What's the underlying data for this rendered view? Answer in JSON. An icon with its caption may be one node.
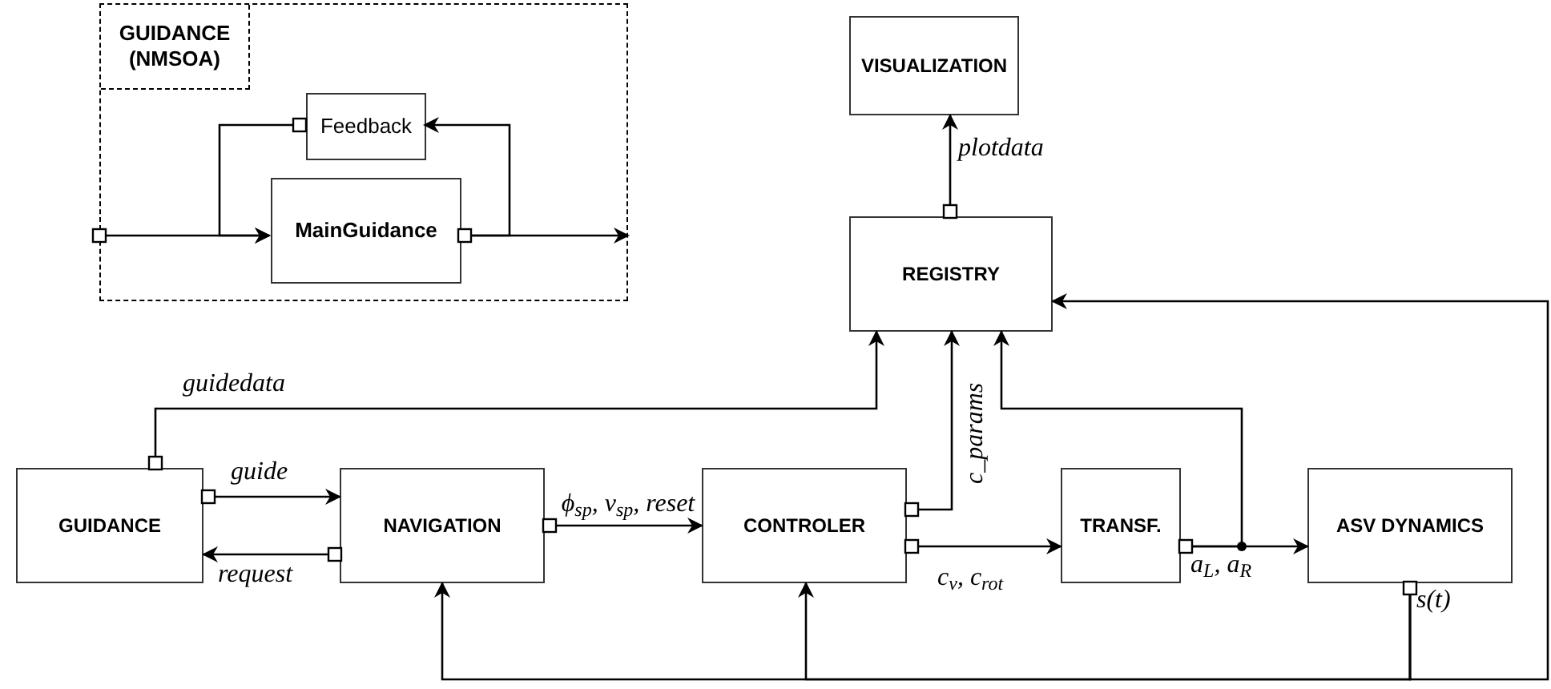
{
  "diagram": {
    "nodes": [
      {
        "text": [
          "GUIDANCE (NMSOA)"
        ]
      },
      {
        "text": [
          "Feedback"
        ],
        "in": 0
      },
      {
        "text": [
          "MainGuidance"
        ],
        "in": 0
      },
      {
        "text": [
          "VISUALIZATION"
        ]
      },
      {
        "text": [
          "REGISTRY"
        ]
      },
      {
        "text": [
          "GUIDANCE"
        ]
      },
      {
        "text": [
          "NAVIGATION"
        ]
      },
      {
        "text": [
          "CONTROLER"
        ]
      },
      {
        "text": [
          "TRANSF."
        ]
      },
      {
        "text": [
          "ASV DYNAMICS"
        ]
      }
    ],
    "edges": [
      {
        "from": null,
        "to": 2,
        "arrow": "to"
      },
      {
        "from": 1,
        "to": 2,
        "arrow": "to"
      },
      {
        "from": 2,
        "to": 1,
        "arrow": "to"
      },
      {
        "from": 2,
        "to": null,
        "arrow": "to"
      },
      {
        "from": 5,
        "to": 4,
        "arrow": "to",
        "label": "guidedata"
      },
      {
        "from": 5,
        "to": 6,
        "arrow": "to",
        "label": "guide"
      },
      {
        "from": 6,
        "to": 5,
        "arrow": "to",
        "label": "request"
      },
      {
        "from": 6,
        "to": 7,
        "arrow": "to",
        "label": "ϕ$_{sp}$, v$_{sp}$, reset"
      },
      {
        "from": 7,
        "to": 4,
        "arrow": "to",
        "label": "c_params"
      },
      {
        "from": 7,
        "to": 8,
        "arrow": "to",
        "label": "c$_{v}$, c$_{rot}$"
      },
      {
        "from": 8,
        "to": 9,
        "arrow": "to",
        "label": "a$_{L}$, a$_{R}$"
      },
      {
        "from": 8,
        "to": 4,
        "arrow": "to"
      },
      {
        "from": 9,
        "to": 6,
        "arrow": "to",
        "label": "s(t)"
      },
      {
        "from": 9,
        "to": 7,
        "arrow": "to"
      },
      {
        "from": 9,
        "to": 4,
        "arrow": "to"
      },
      {
        "from": 4,
        "to": 3,
        "arrow": "to",
        "label": "plotdata"
      }
    ]
  }
}
